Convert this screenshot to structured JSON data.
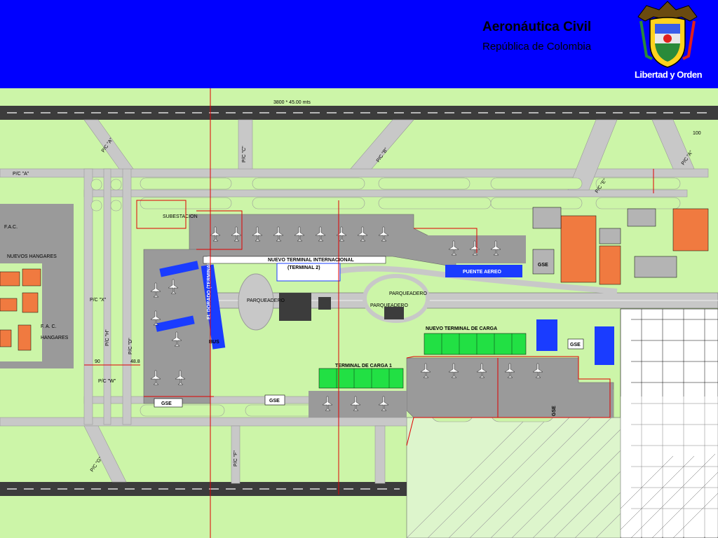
{
  "header": {
    "org_name": "Aeronáutica Civil",
    "org_subtitle": "República de Colombia",
    "motto": "Libertad y Orden",
    "background_color": "#0000ff"
  },
  "map": {
    "colors": {
      "grass": "#ccf5a8",
      "pavement": "#c8c8c8",
      "apron": "#9a9a9a",
      "runway": "#3c3c3c",
      "terminal_blue": "#1a3cff",
      "cargo_green": "#22e044",
      "building_orange": "#f07a40",
      "boundary_red": "#e00000"
    },
    "runway_length": "3800 * 45.00 mts",
    "taxiways": {
      "pc_a_left": "P/C \"A\"",
      "pc_a_right": "P/C \"A\"",
      "pc_a_top": "P/C \"A\"",
      "pc_b": "P/C \"B\"",
      "pc_c": "P/C \"C\"",
      "pc_d": "P/C \"D\"",
      "pc_e": "P/C \"E\"",
      "pc_f": "P/C \"F\"",
      "pc_g": "P/C \"G\"",
      "pc_h": "P/C \"H\"",
      "pc_w": "P/C \"W\"",
      "pc_x": "P/C \"X\""
    },
    "labels": {
      "fac_top": "F.A.C.",
      "fac_bottom": "F. A. C.",
      "nuevos_hangares": "NUEVOS HANGARES",
      "hangares": "HANGARES",
      "nuevo_terminal_int": "NUEVO TERMINAL INTERNACIONAL",
      "terminal_2": "(TERMINAL 2)",
      "el_dorado": "EL DORADO (TERMINAL 1)",
      "puente_aereo": "PUENTE AEREO",
      "nuevo_terminal_carga": "NUEVO TERMINAL DE CARGA",
      "terminal_carga_1": "TERMINAL DE CARGA 1",
      "gse_1": "GSE",
      "gse_2": "GSE",
      "gse_3": "GSE",
      "gse_4": "GSE",
      "gse_5": "GSE",
      "bus": "BUS",
      "parqueadero": "PARQUEADERO",
      "parqueadero_2": "PARQUEADERO",
      "parqueadero_3": "PARQUEADERO",
      "subestacion": "SUBESTACION",
      "pista_num_100": "100",
      "pista_num_90": "90",
      "pista_num_48": "48.8"
    }
  }
}
